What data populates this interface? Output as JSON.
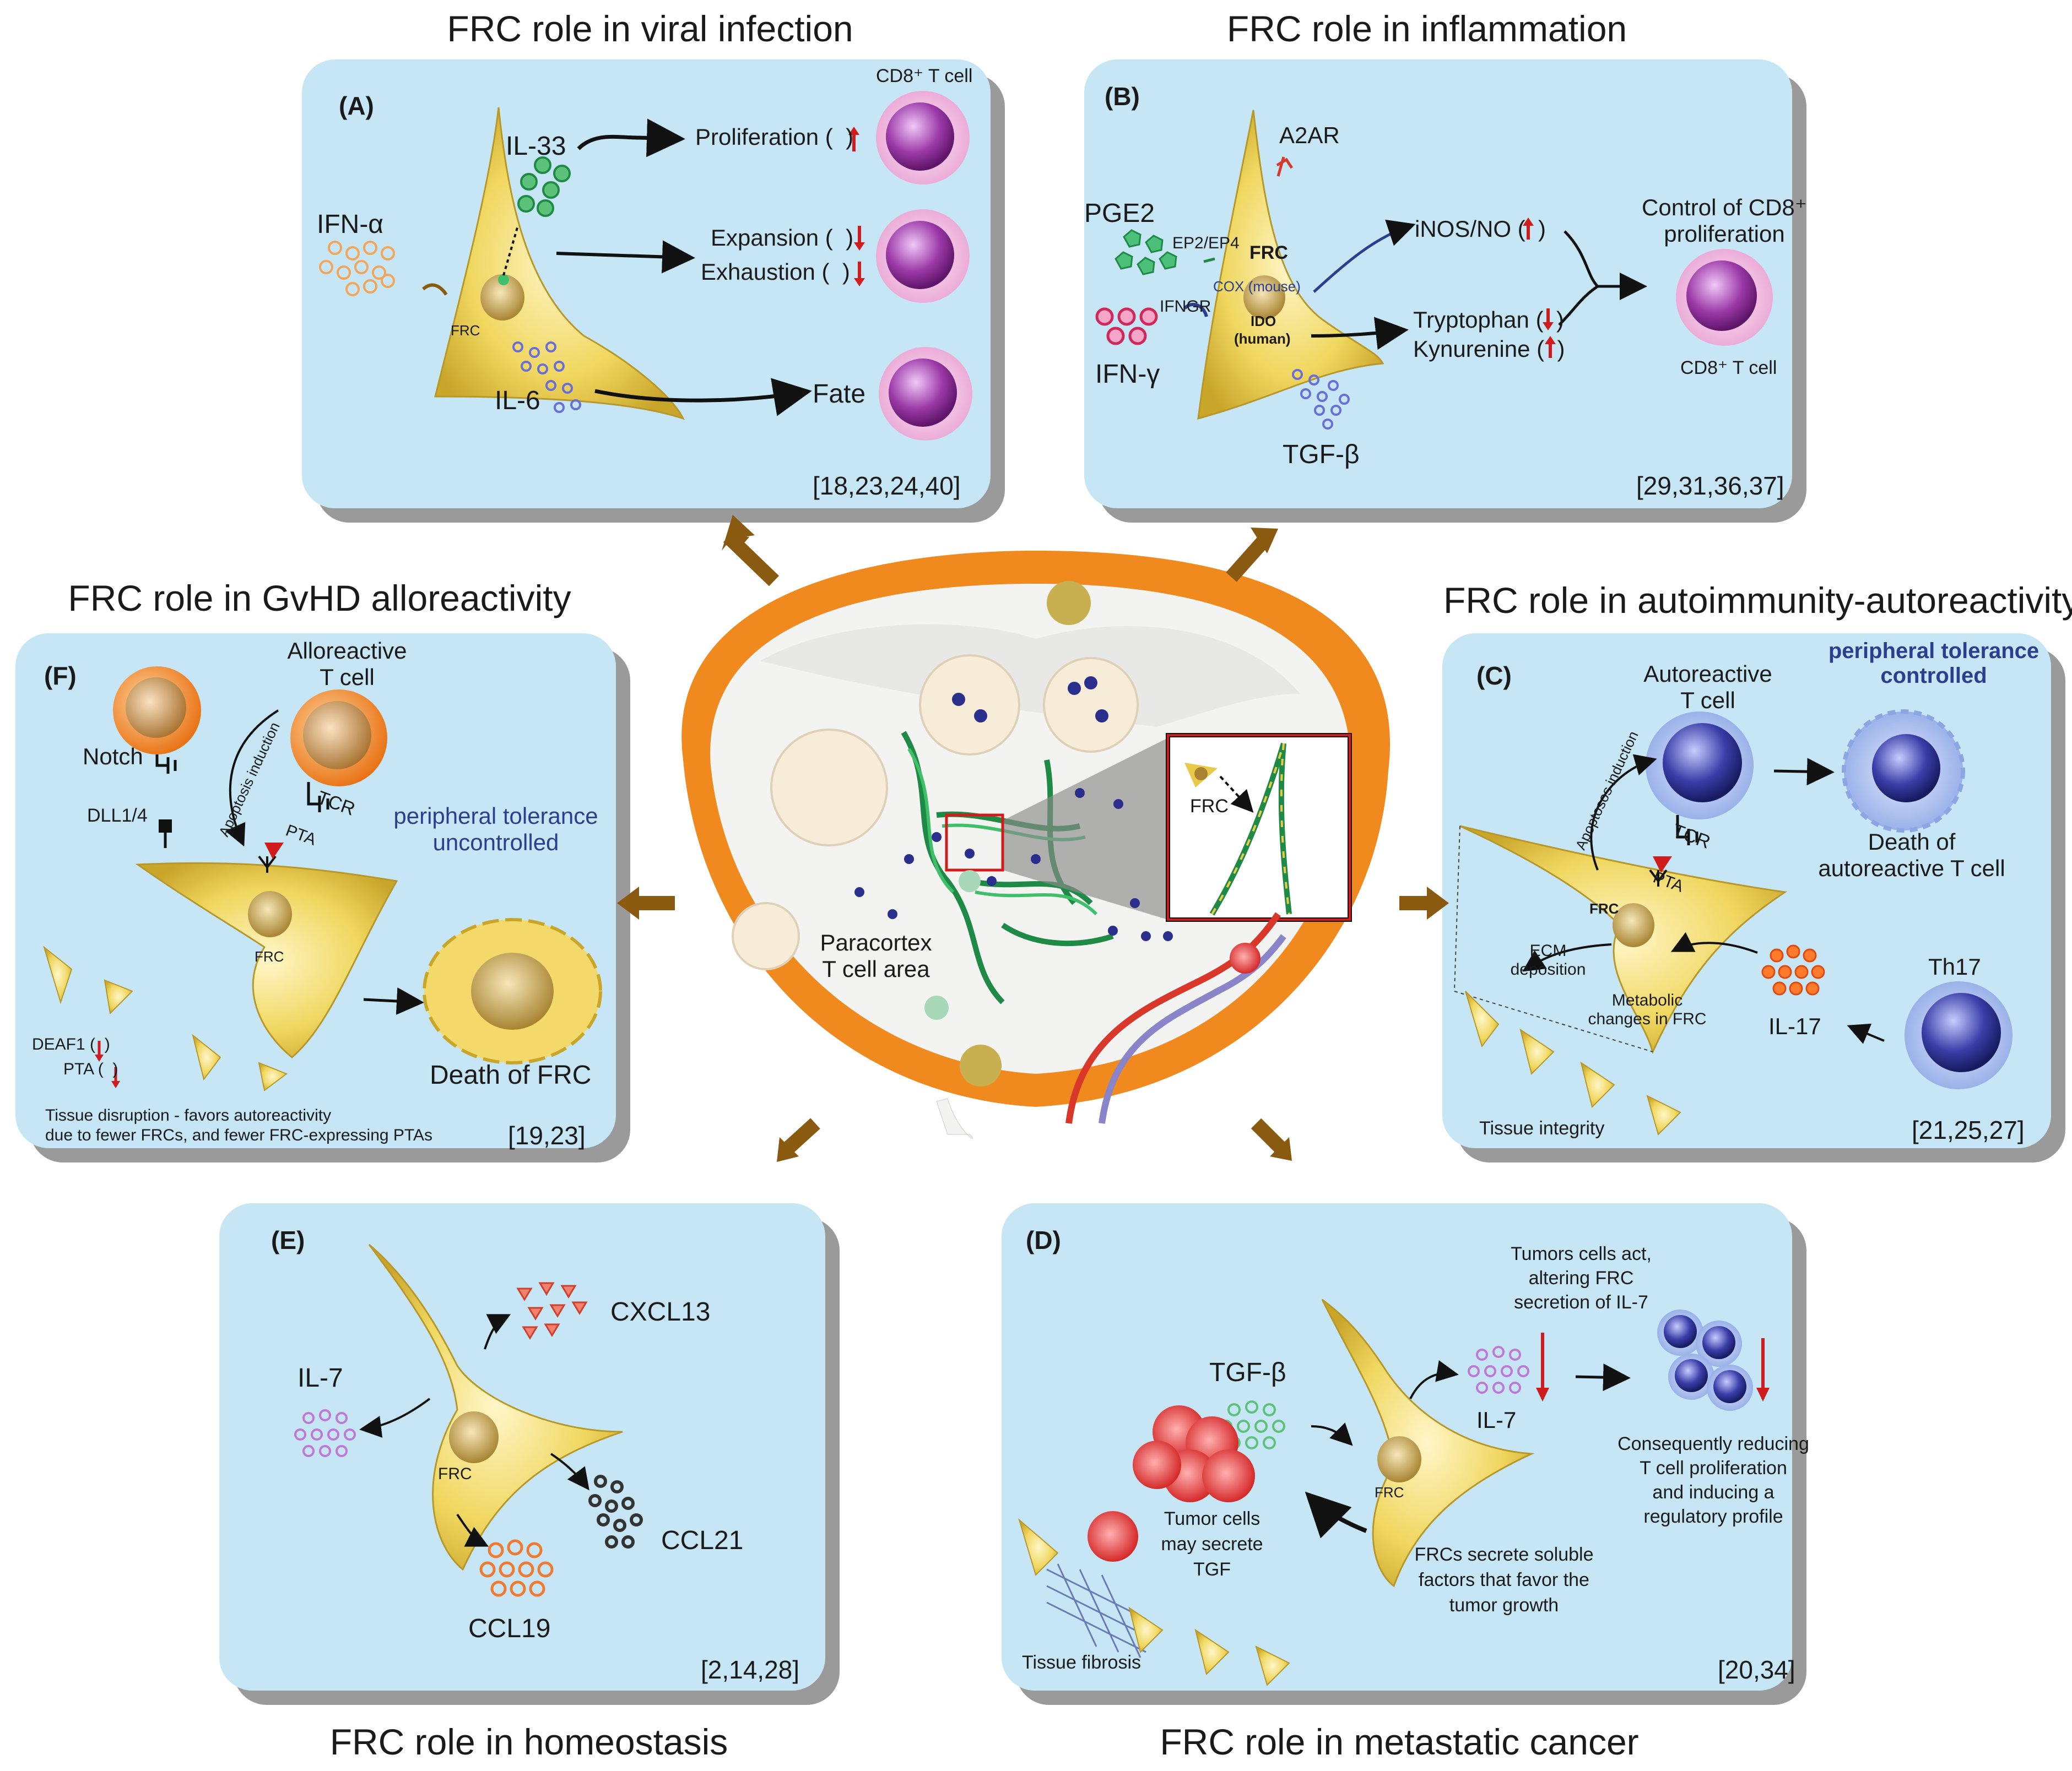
{
  "sections": {
    "viral": {
      "title": "FRC role in viral infection",
      "label": "(A)",
      "refs": "[18,23,24,40]",
      "il33": "IL-33",
      "ifna": "IFN-α",
      "frc": "FRC",
      "il6": "IL-6",
      "cd8": "CD8⁺ T cell",
      "proliferation": "Proliferation (",
      "expansion": "Expansion (",
      "exhaustion": "Exhaustion (",
      "fate": "Fate",
      "paren": ")"
    },
    "inflammation": {
      "title": "FRC role in inflammation",
      "label": "(B)",
      "refs": "[29,31,36,37]",
      "a2ar": "A2AR",
      "pge2": "PGE2",
      "ep": "EP2/EP4",
      "frc": "FRC",
      "cox": "COX (mouse)",
      "ifngr": "IFNGR",
      "ido": "IDO",
      "ido2": "(human)",
      "ifng": "IFN-γ",
      "tgfb": "TGF-β",
      "inos": "iNOS/NO (",
      "tryp": "Tryptophan (",
      "kyn": "Kynurenine (",
      "paren": ")",
      "control1": "Control of CD8⁺",
      "control2": "proliferation",
      "cd8": "CD8⁺ T cell"
    },
    "gvhd": {
      "title": "FRC role in GvHD alloreactivity",
      "label": "(F)",
      "refs": "[19,23]",
      "allo1": "Alloreactive",
      "allo2": "T cell",
      "notch": "Notch",
      "tcr": "TCR",
      "dll": "DLL1/4",
      "apop": "Apoptosis induction",
      "pta": "PTA",
      "frc": "FRC",
      "pt1": "peripheral tolerance",
      "pt2": "uncontrolled",
      "deaf1": "DEAF1 (",
      "pta2": "PTA (",
      "paren": ")",
      "death": "Death of FRC",
      "note1": "Tissue disruption -  favors autoreactivity",
      "note2": "due to fewer FRCs, and fewer FRC-expressing PTAs"
    },
    "autoimmunity": {
      "title": "FRC role in autoimmunity-autoreactivity",
      "label": "(C)",
      "refs": "[21,25,27]",
      "auto1": "Autoreactive",
      "auto2": "T cell",
      "pt1": "peripheral tolerance",
      "pt2": "controlled",
      "death1": "Death of",
      "death2": "autoreactive T cell",
      "apop": "Apoptosos induction",
      "tcr": "TCR",
      "pta": "PTA",
      "frc": "FRC",
      "ecm1": "ECM",
      "ecm2": "deposition",
      "meta1": "Metabolic",
      "meta2": "changes in FRC",
      "il17": "IL-17",
      "th17": "Th17",
      "integrity": "Tissue integrity"
    },
    "homeostasis": {
      "title": "FRC role in homeostasis",
      "label": "(E)",
      "refs": "[2,14,28]",
      "cxcl13": "CXCL13",
      "il7": "IL-7",
      "frc": "FRC",
      "ccl21": "CCL21",
      "ccl19": "CCL19"
    },
    "cancer": {
      "title": "FRC role in metastatic cancer",
      "label": "(D)",
      "refs": "[20,34]",
      "tumor1": "Tumors cells act,",
      "tumor2": "altering FRC",
      "tumor3": "secretion of IL-7",
      "tgfb": "TGF-β",
      "il7": "IL-7",
      "frc": "FRC",
      "cons1": "Consequently reducing",
      "cons2": "T cell proliferation",
      "cons3": "and inducing a",
      "cons4": "regulatory profile",
      "ts1": "Tumor cells",
      "ts2": "may secrete",
      "ts3": "TGF",
      "fs1": "FRCs secrete soluble",
      "fs2": "factors that favor the",
      "fs3": "tumor growth",
      "fibrosis": "Tissue fibrosis"
    }
  },
  "center": {
    "paracortex1": "Paracortex",
    "paracortex2": "T cell area",
    "frc": "FRC"
  },
  "colors": {
    "panel": "#c6e6f6",
    "shadow": "#9a9a9a",
    "frc": "#e8c94a",
    "capsule": "#f08a1e",
    "arrow": "#8a5a10"
  }
}
